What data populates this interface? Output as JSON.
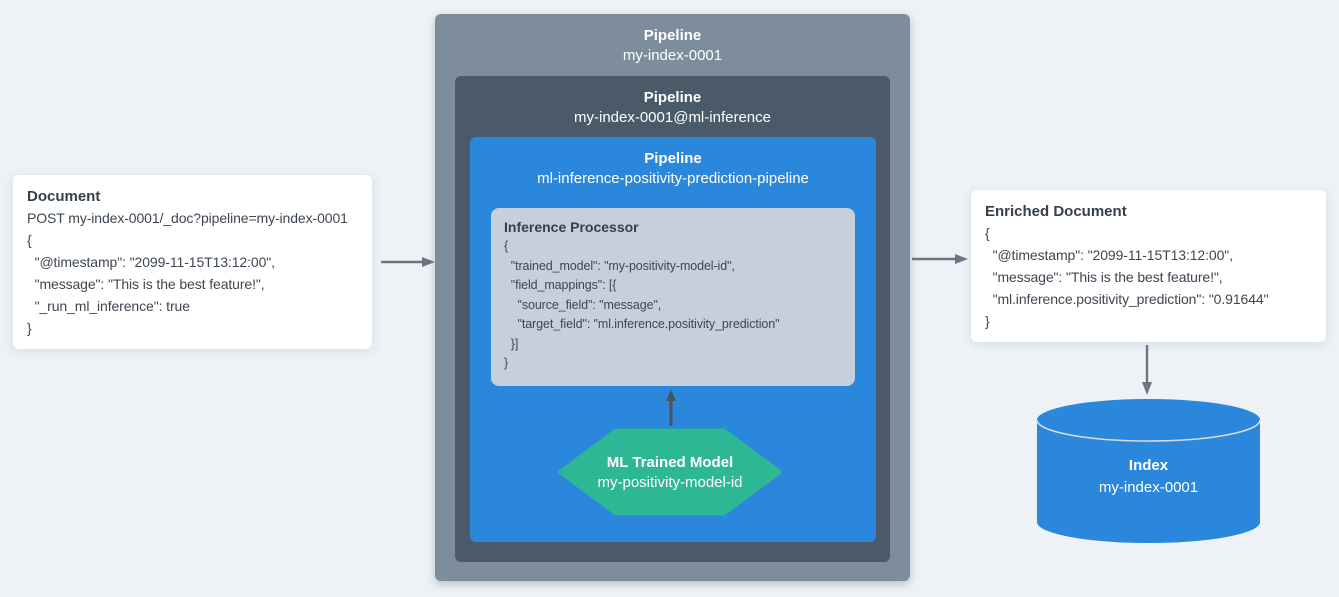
{
  "colors": {
    "background": "#eef2f6",
    "outer_pipeline_box": "#7e8d9c",
    "inference_pipeline_box": "#4b5a68",
    "ml_pipeline_box": "#2b87db",
    "processor_box": "#c6d0da",
    "model_hexagon": "#2eb795",
    "index_cylinder": "#2b87db",
    "arrow_gray": "#6b7682",
    "arrow_dark": "#4b525a",
    "text_dark": "#3d4752"
  },
  "document_card": {
    "title": "Document",
    "lines": [
      "POST my-index-0001/_doc?pipeline=my-index-0001",
      "{",
      "  \"@timestamp\": \"2099-11-15T13:12:00\",",
      "  \"message\": \"This is the best feature!\",",
      "  \"_run_ml_inference\": true",
      "}"
    ]
  },
  "outer_pipeline": {
    "title": "Pipeline",
    "name": "my-index-0001"
  },
  "inference_pipeline": {
    "title": "Pipeline",
    "name": "my-index-0001@ml-inference"
  },
  "ml_pipeline": {
    "title": "Pipeline",
    "name": "ml-inference-positivity-prediction-pipeline"
  },
  "inference_processor": {
    "title": "Inference Processor",
    "lines": [
      "{",
      "  \"trained_model\": \"my-positivity-model-id\",",
      "  \"field_mappings\": [{",
      "    \"source_field\": \"message\",",
      "    \"target_field\": \"ml.inference.positivity_prediction\"",
      "  }]",
      "}"
    ]
  },
  "ml_model": {
    "title": "ML Trained Model",
    "name": "my-positivity-model-id"
  },
  "enriched_card": {
    "title": "Enriched Document",
    "lines": [
      "{",
      "  \"@timestamp\": \"2099-11-15T13:12:00\",",
      "  \"message\": \"This is the best feature!\",",
      "  \"ml.inference.positivity_prediction\": \"0.91644\"",
      "}"
    ]
  },
  "index": {
    "title": "Index",
    "name": "my-index-0001"
  }
}
